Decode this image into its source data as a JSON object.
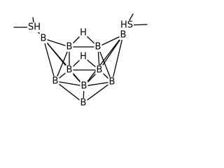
{
  "structure": {
    "atom_labels": {
      "sh_left": "SH",
      "sh_right": "HS",
      "h_top": "H",
      "h_inner": "H",
      "boron": "B"
    },
    "atoms": [
      {
        "id": "S1",
        "element": "S",
        "label": "SH"
      },
      {
        "id": "S2",
        "element": "S",
        "label": "HS"
      },
      {
        "id": "Ba",
        "element": "B",
        "label": "B"
      },
      {
        "id": "Bb",
        "element": "B",
        "label": "B"
      },
      {
        "id": "Bc",
        "element": "B",
        "label": "B"
      },
      {
        "id": "Bd",
        "element": "B",
        "label": "B"
      },
      {
        "id": "Be",
        "element": "B",
        "label": "B"
      },
      {
        "id": "Bf",
        "element": "B",
        "label": "B"
      },
      {
        "id": "Bg",
        "element": "B",
        "label": "B"
      },
      {
        "id": "Bh",
        "element": "B",
        "label": "B"
      },
      {
        "id": "Bi",
        "element": "B",
        "label": "B"
      },
      {
        "id": "Bj",
        "element": "B",
        "label": "B"
      },
      {
        "id": "H1",
        "element": "H",
        "label": "H"
      },
      {
        "id": "H2",
        "element": "H",
        "label": "H"
      }
    ]
  }
}
